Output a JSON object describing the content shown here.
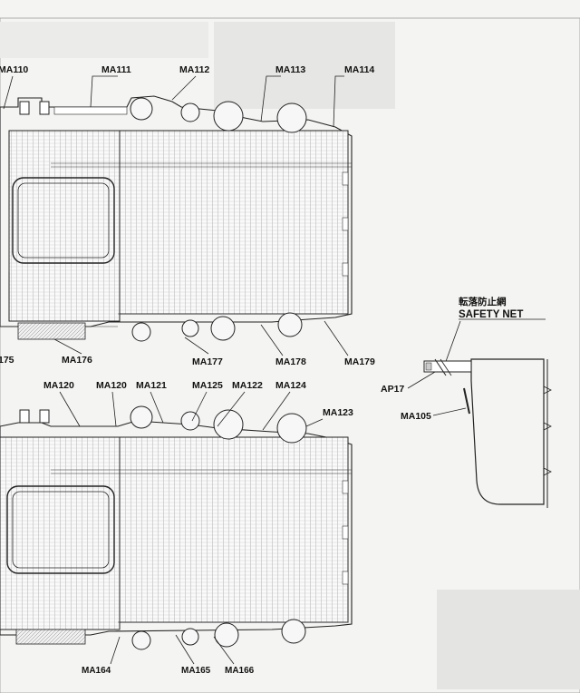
{
  "colors": {
    "paper": "#f4f4f2",
    "ink": "#111111",
    "grey_block": "#e2e2e0"
  },
  "labels_top": [
    "MA110",
    "MA111",
    "MA112",
    "MA113",
    "MA114"
  ],
  "labels_mid": [
    "175",
    "MA176",
    "MA177",
    "MA178",
    "MA179"
  ],
  "labels_lower_top": [
    "MA120",
    "MA120",
    "MA121",
    "MA125",
    "MA122",
    "MA124",
    "MA123"
  ],
  "labels_bottom": [
    "MA164",
    "MA165",
    "MA166"
  ],
  "safety_net": {
    "japanese": "転落防止網",
    "english": "SAFETY NET"
  },
  "inset_parts": [
    "AP17",
    "MA105"
  ]
}
